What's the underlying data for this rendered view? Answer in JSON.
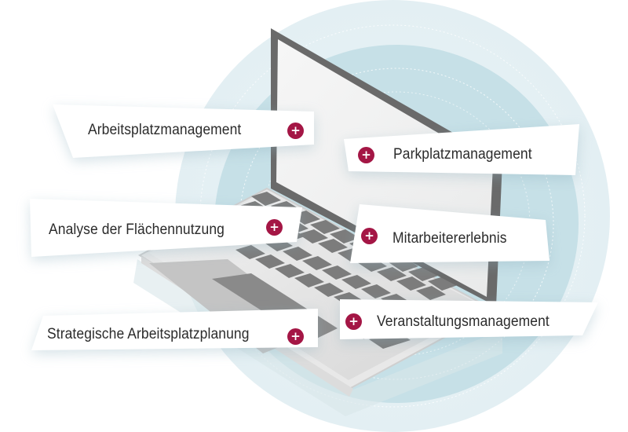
{
  "colors": {
    "accent": "#a41645",
    "outer_circle": "#e6f1f4",
    "inner_circle": "#c3dfe6",
    "laptop_frame": "#6b6b6b",
    "screen": "#f1f2f2",
    "key": "#7a7a7a",
    "text": "#2b2b2b"
  },
  "features": [
    {
      "label": "Arbeitsplatzmanagement",
      "icon": "plus-icon"
    },
    {
      "label": "Parkplatzmanagement",
      "icon": "plus-icon"
    },
    {
      "label": "Analyse der Flächennutzung",
      "icon": "plus-icon"
    },
    {
      "label": "Mitarbeitererlebnis",
      "icon": "plus-icon"
    },
    {
      "label": "Strategische Arbeitsplatzplanung",
      "icon": "plus-icon"
    },
    {
      "label": "Veranstaltungsmanagement",
      "icon": "plus-icon"
    }
  ],
  "plus_glyph": "+"
}
